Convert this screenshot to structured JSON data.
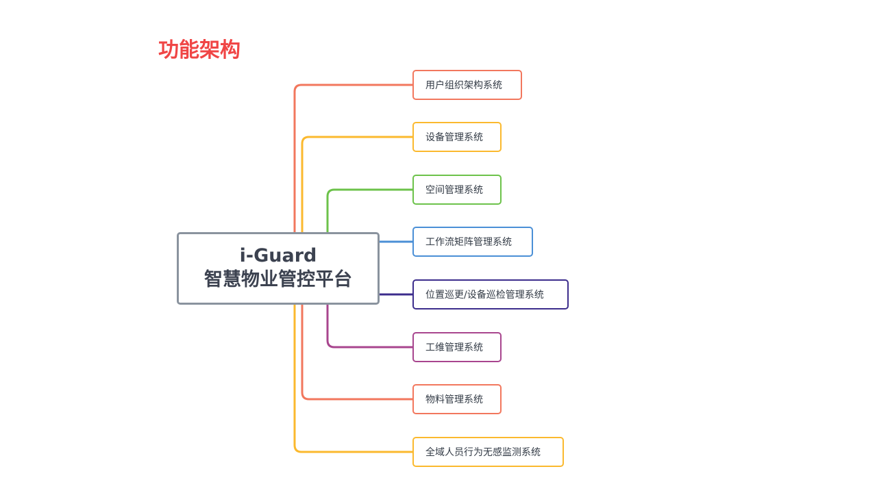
{
  "slide": {
    "title": "功能架构"
  },
  "mindmap": {
    "center": {
      "line1": "i-Guard",
      "line2": "智慧物业管控平台"
    },
    "branches": [
      {
        "label": "用户组织架构系统",
        "color": "#f2775d"
      },
      {
        "label": "设备管理系统",
        "color": "#fbb92e"
      },
      {
        "label": "空间管理系统",
        "color": "#6cc24a"
      },
      {
        "label": "工作流矩阵管理系统",
        "color": "#4a8fd6"
      },
      {
        "label": "位置巡更/设备巡检管理系统",
        "color": "#3c2d8c"
      },
      {
        "label": "工维管理系统",
        "color": "#a8458e"
      },
      {
        "label": "物料管理系统",
        "color": "#f2775d"
      },
      {
        "label": "全域人员行为无感监测系统",
        "color": "#fbb92e"
      }
    ]
  }
}
